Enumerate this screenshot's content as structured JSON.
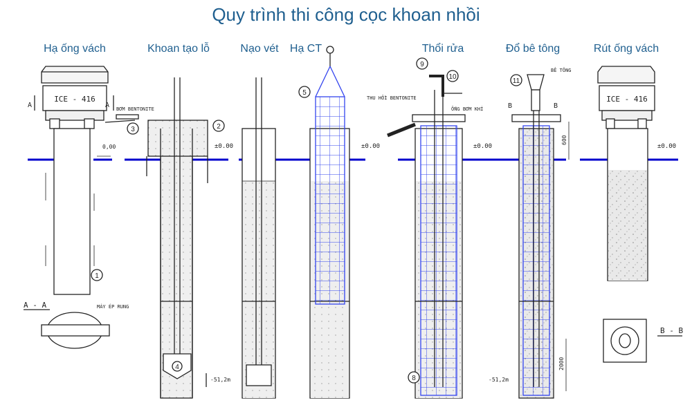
{
  "title": "Quy trình thi công cọc khoan nhồi",
  "steps": [
    "Hạ ống vách",
    "Khoan tạo lỗ",
    "Nạo vét",
    "Hạ CT",
    "Thổi rửa",
    "Đổ bê tông",
    "Rút ống vách"
  ],
  "labels": {
    "hammer": "ICE - 416",
    "sec_a": "A",
    "sec_b": "B",
    "sec_aa": "A - A",
    "sec_bb": "B - B",
    "level_000": "0,00",
    "level_pm000": "±0.00",
    "depth": "-51,2m",
    "bentonite_pump": "BƠM BENTONITE",
    "vibro": "MÁY ÉP RUNG",
    "bentonite_return": "THU HỒI BENTONITE",
    "air_pipe": "ỐNG BƠM KHÍ",
    "concrete": "BÊ TÔNG",
    "dim_600": "600",
    "dim_2000": "2000"
  },
  "markers": [
    "1",
    "2",
    "3",
    "4",
    "5",
    "8",
    "9",
    "10",
    "11"
  ],
  "colors": {
    "title": "#1f5f8f",
    "ground": "#0000cc",
    "rebar": "#3344ee",
    "line": "#222222",
    "fill": "#e6e6e6"
  }
}
